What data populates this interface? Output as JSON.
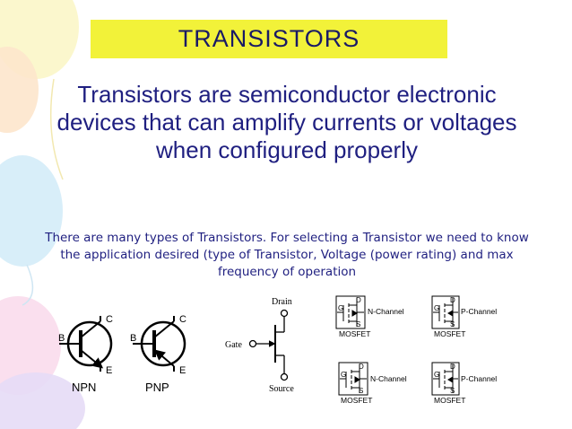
{
  "slide": {
    "title": "TRANSISTORS",
    "main_text": "Transistors are semiconductor electronic devices that can amplify currents or voltages when configured properly",
    "sub_text": "There are many types of Transistors. For selecting a Transistor we need to know the application desired (type of Transistor, Voltage (power rating) and max frequency of operation"
  },
  "bjt": {
    "npn_label": "NPN",
    "pnp_label": "PNP",
    "base": "B",
    "collector": "C",
    "emitter": "E"
  },
  "fet": {
    "drain": "Drain",
    "gate": "Gate",
    "source": "Source"
  },
  "mosfet": {
    "n_channel": "N-Channel",
    "p_channel": "P-Channel",
    "type_label": "MOSFET",
    "d": "D",
    "g": "G",
    "s": "S"
  },
  "colors": {
    "title_bg": "#f2f239",
    "text": "#1f1f80"
  }
}
